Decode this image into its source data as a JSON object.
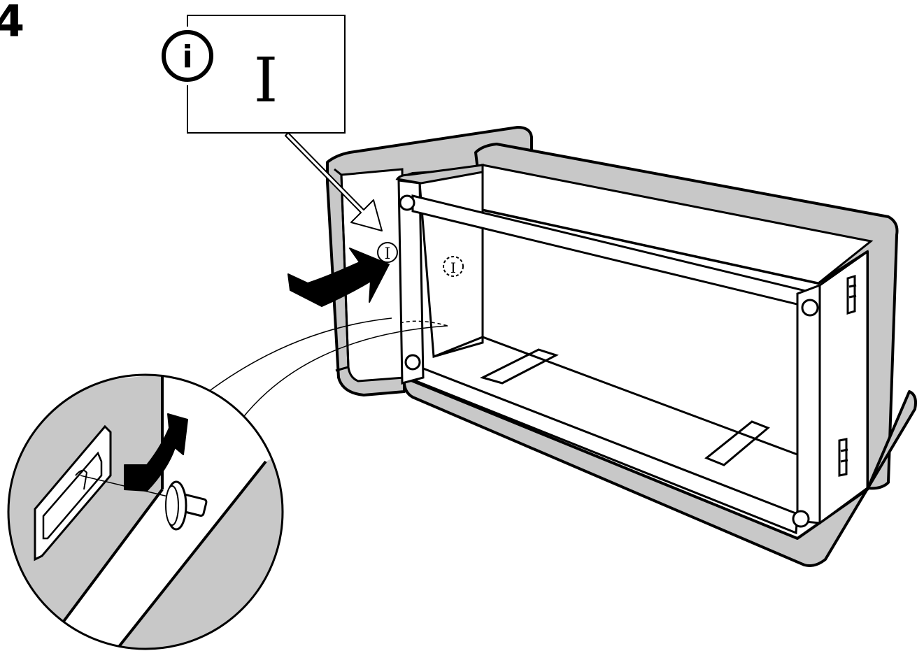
{
  "step": {
    "number": "4"
  },
  "callout": {
    "info_symbol": "i",
    "part_label": "I"
  },
  "parts": {
    "frame_marker": "I",
    "hole_marker": "I"
  },
  "icons": {
    "info": "info-icon",
    "insert_arrow": "insert-arrow-icon",
    "detail_arrow": "detail-insert-arrow-icon"
  },
  "colors": {
    "upholstery": "#c8c8c8",
    "outline": "#000000",
    "background": "#ffffff"
  }
}
